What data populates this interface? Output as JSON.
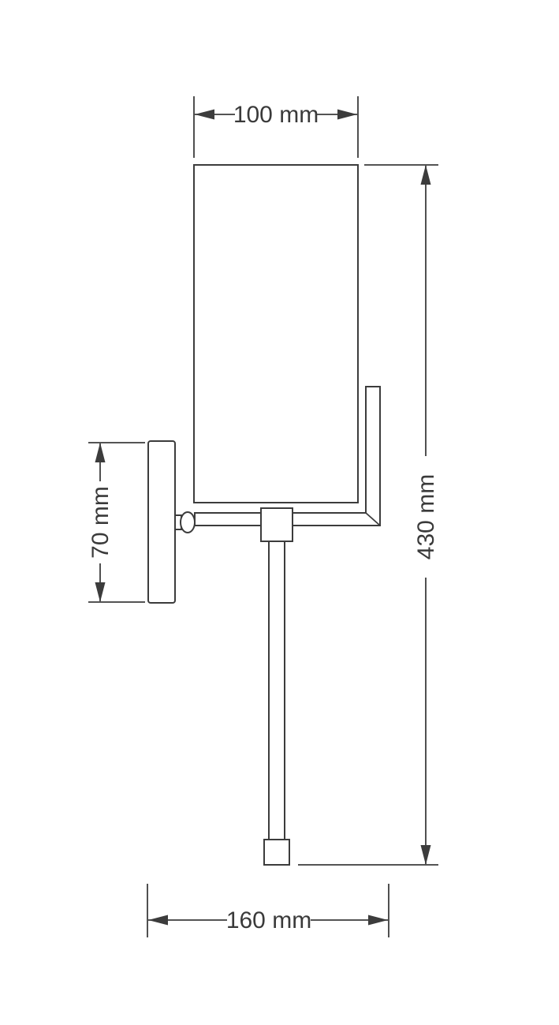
{
  "diagram": {
    "subject": "wall-sconce-side-elevation",
    "line_color": "#3c3c3c",
    "text_color": "#3a3a3a",
    "background_color": "#ffffff",
    "dimensions": {
      "shade_width": {
        "label": "100 mm",
        "value": 100,
        "unit": "mm"
      },
      "overall_height": {
        "label": "430 mm",
        "value": 430,
        "unit": "mm"
      },
      "backplate_height": {
        "label": "70 mm",
        "value": 70,
        "unit": "mm"
      },
      "overall_depth": {
        "label": "160 mm",
        "value": 160,
        "unit": "mm"
      }
    }
  }
}
